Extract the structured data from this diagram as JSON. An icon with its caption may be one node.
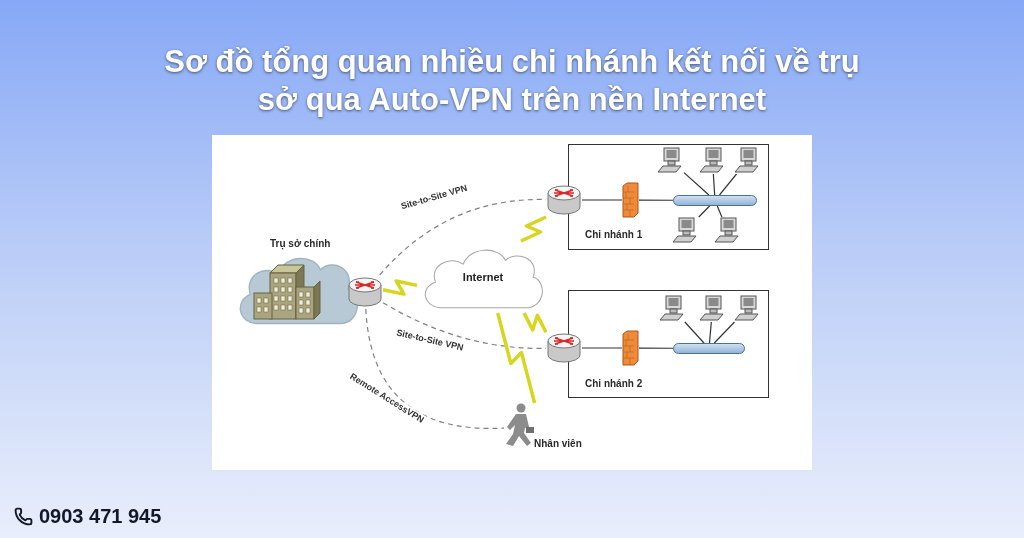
{
  "diagram": {
    "title": "Sơ đồ tổng quan nhiều chi nhánh kết nối về trụ sở qua Auto-VPN trên nền Internet",
    "nodes": [
      {
        "text": [
          "Trụ sở chính"
        ]
      },
      {
        "text": [],
        "shape": "cylinder"
      },
      {
        "text": [
          "Internet"
        ]
      },
      {
        "text": [
          "Chi nhánh 1"
        ]
      },
      {
        "text": [],
        "shape": "cylinder"
      },
      {
        "text": [],
        "shape": "picture",
        "in": 3
      },
      {
        "text": [],
        "shape": "bar",
        "in": 3
      },
      {
        "text": [],
        "shape": "picture",
        "in": 3
      },
      {
        "text": [],
        "shape": "picture",
        "in": 3
      },
      {
        "text": [],
        "shape": "picture",
        "in": 3
      },
      {
        "text": [],
        "shape": "picture",
        "in": 3
      },
      {
        "text": [],
        "shape": "picture",
        "in": 3
      },
      {
        "text": [
          "Chi nhánh 2"
        ]
      },
      {
        "text": [],
        "shape": "cylinder"
      },
      {
        "text": [],
        "shape": "picture",
        "in": 12
      },
      {
        "text": [],
        "shape": "bar",
        "in": 12
      },
      {
        "text": [],
        "shape": "picture",
        "in": 12
      },
      {
        "text": [],
        "shape": "picture",
        "in": 12
      },
      {
        "text": [],
        "shape": "picture",
        "in": 12
      },
      {
        "text": [
          "Nhân viên"
        ]
      }
    ],
    "edges": [
      {
        "from": 1,
        "to": 4,
        "arrow": "none",
        "label": "Site-to-Site VPN",
        "style": "dashed",
        "color": "#808080"
      },
      {
        "from": 1,
        "to": 13,
        "arrow": "none",
        "label": "Site-to-Site VPN",
        "style": "dashed",
        "color": "#808080"
      },
      {
        "from": 1,
        "to": 19,
        "arrow": "none",
        "label": "Remote AccessVPN",
        "style": "dashed",
        "color": "#808080"
      },
      {
        "from": 1,
        "to": 2,
        "arrow": "none",
        "style": "thick",
        "color": "#d6d61e"
      },
      {
        "from": 2,
        "to": 4,
        "arrow": "none",
        "style": "thick",
        "color": "#d6d61e"
      },
      {
        "from": 2,
        "to": 13,
        "arrow": "none",
        "style": "thick",
        "color": "#d6d61e"
      },
      {
        "from": 2,
        "to": 19,
        "arrow": "none",
        "style": "thick",
        "color": "#d6d61e"
      },
      {
        "from": 4,
        "to": 5,
        "arrow": "none"
      },
      {
        "from": 5,
        "to": 6,
        "arrow": "none"
      },
      {
        "from": 6,
        "to": 7,
        "arrow": "none"
      },
      {
        "from": 6,
        "to": 8,
        "arrow": "none"
      },
      {
        "from": 6,
        "to": 9,
        "arrow": "none"
      },
      {
        "from": 6,
        "to": 10,
        "arrow": "none"
      },
      {
        "from": 6,
        "to": 11,
        "arrow": "none"
      },
      {
        "from": 13,
        "to": 14,
        "arrow": "none"
      },
      {
        "from": 14,
        "to": 15,
        "arrow": "none"
      },
      {
        "from": 15,
        "to": 16,
        "arrow": "none"
      },
      {
        "from": 15,
        "to": 17,
        "arrow": "none"
      },
      {
        "from": 15,
        "to": 18,
        "arrow": "none"
      }
    ],
    "labels": [
      "0903 471 945"
    ]
  }
}
